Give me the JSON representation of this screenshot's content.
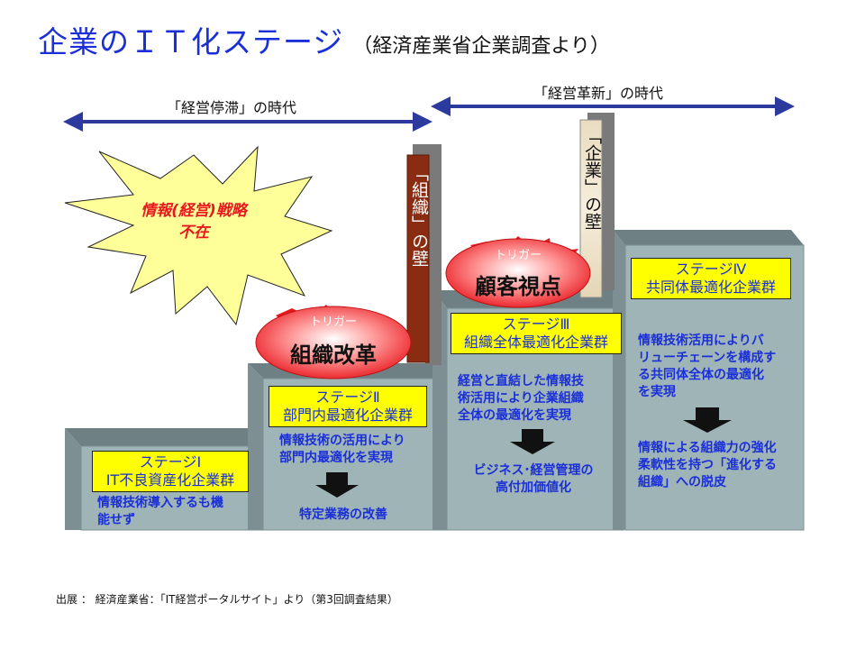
{
  "title": {
    "main": "企業のＩＴ化ステージ",
    "sub": "（経済産業省企業調査より）"
  },
  "eras": {
    "stagnation": "「経営停滞」の時代",
    "innovation": "「経営革新」の時代"
  },
  "burst": {
    "text_line1": "情報(経営)戦略",
    "text_line2": "不在"
  },
  "walls": {
    "organization": "「組織」の壁",
    "enterprise": "「企業」の壁"
  },
  "triggers": [
    {
      "label": "トリガー",
      "text": "組織改革"
    },
    {
      "label": "トリガー",
      "text": "顧客視点"
    }
  ],
  "stages": [
    {
      "title_line1": "ステージⅠ",
      "title_line2": "IT不良資産化企業群",
      "desc_line1": "情報技術導入するも機",
      "desc_line2": "能せず"
    },
    {
      "title_line1": "ステージⅡ",
      "title_line2": "部門内最適化企業群",
      "desc_line1": "情報技術の活用により",
      "desc_line2": "部門内最適化を実現",
      "result": "特定業務の改善"
    },
    {
      "title_line1": "ステージⅢ",
      "title_line2": "組織全体最適化企業群",
      "desc_line1": "経営と直結した情報技",
      "desc_line2": "術活用により企業組織",
      "desc_line3": "全体の最適化を実現",
      "result_line1": "ビジネス･経営管理の",
      "result_line2": "高付加価値化"
    },
    {
      "title_line1": "ステージⅣ",
      "title_line2": "共同体最適化企業群",
      "desc_line1": "情報技術活用によりバ",
      "desc_line2": "リューチェーンを構成す",
      "desc_line3": "る共同体全体の最適化",
      "desc_line4": "を実現",
      "result_line1": "情報による組織力の強化",
      "result_line2": "柔軟性を持つ「進化する",
      "result_line3": "組織」への脱皮"
    }
  ],
  "source": "出展 ： 経済産業省：「IT経営ポータルサイト」より（第3回調査結果）",
  "colors": {
    "title": "#1a2fd8",
    "arrow": "#2b3a9c",
    "step_front": "#9fb4b7",
    "step_top": "#6e8083",
    "stage_box": "#ffff00",
    "burst_fill": "#ffff99",
    "trigger_red": "#e8181e",
    "wall_brown": "#8a2c12",
    "wall_paper": "#efe3c8"
  }
}
